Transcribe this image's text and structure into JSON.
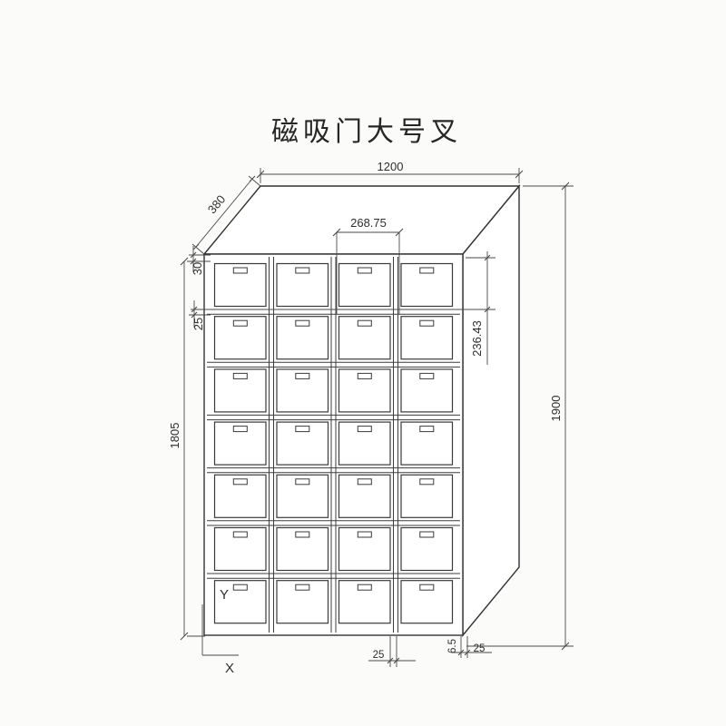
{
  "title": "磁吸门大号叉",
  "axis": {
    "x_label": "X",
    "y_label": "Y"
  },
  "grid": {
    "rows": 7,
    "cols": 4
  },
  "dims": {
    "top_width": "1200",
    "depth": "380",
    "compartment_width": "268.75",
    "top_frame_height": "30",
    "shelf_thickness": "25",
    "top_section_height": "236.43",
    "overall_height": "1900",
    "front_height": "1805",
    "bottom_offset": "25",
    "bottom_gap": "6.5",
    "bottom_right_offset": "25"
  }
}
